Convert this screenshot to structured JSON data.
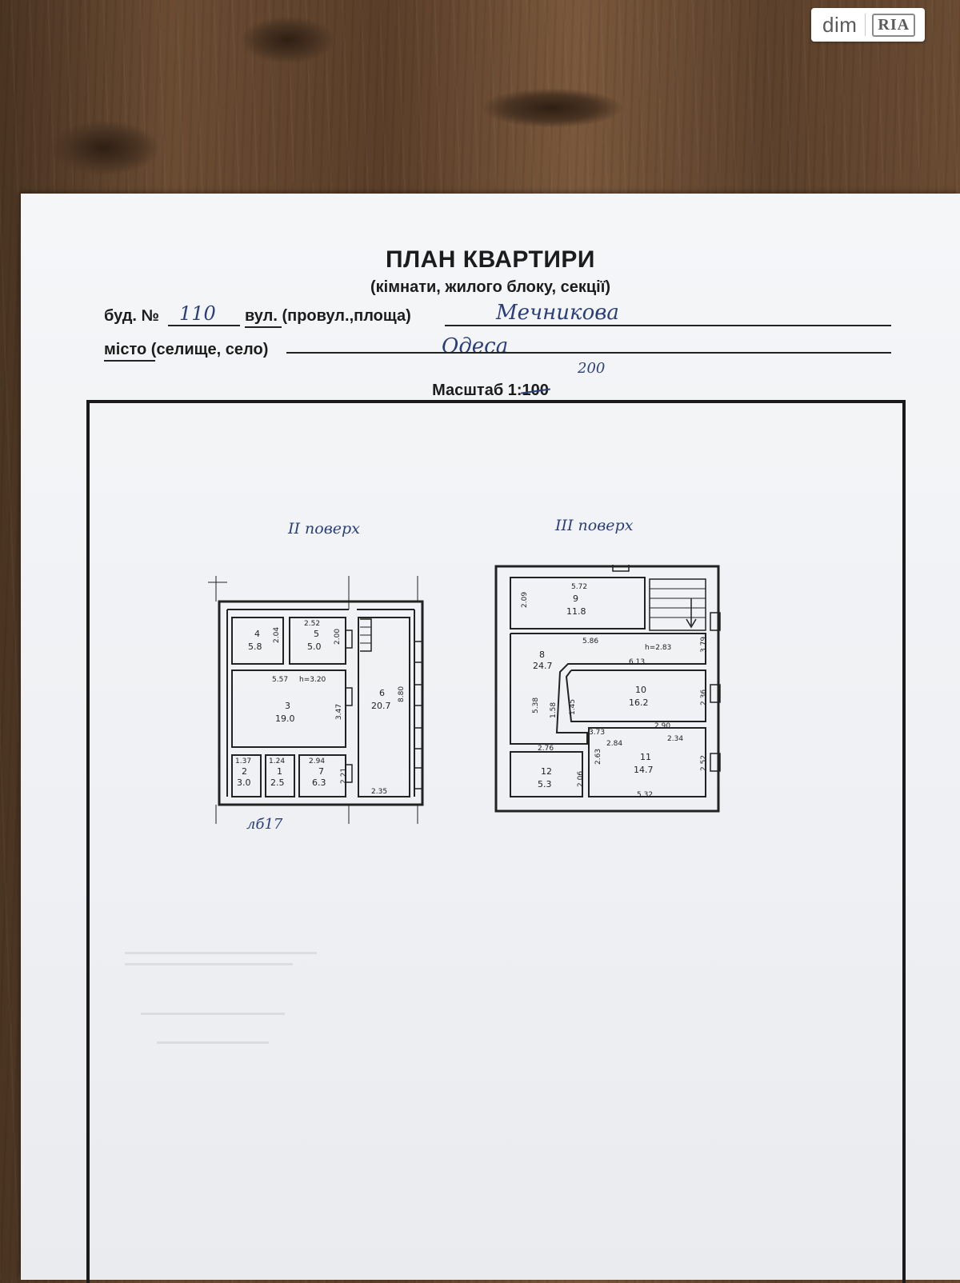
{
  "watermark": {
    "brand_left": "dim",
    "brand_right": "RIA"
  },
  "document": {
    "title": "ПЛАН КВАРТИРИ",
    "subtitle": "(кімнати, жилого блоку, секції)",
    "building_label": "буд. №",
    "building_number": "110",
    "street_label": "вул. (провул.,площа)",
    "street_value": "Мечникова",
    "city_label": "місто (селище, село)",
    "city_value": "Одеса",
    "scale_label": "Масштаб 1:",
    "scale_printed": "100",
    "scale_handwritten": "200"
  },
  "floors": [
    {
      "label": "II поверх",
      "rooms": [
        {
          "number": "1",
          "area": "2.5"
        },
        {
          "number": "2",
          "area": "3.0"
        },
        {
          "number": "3",
          "area": "19.0"
        },
        {
          "number": "4",
          "area": "5.8"
        },
        {
          "number": "5",
          "area": "5.0"
        },
        {
          "number": "6",
          "area": "20.7"
        },
        {
          "number": "7",
          "area": "6.3"
        }
      ],
      "dimensions": [
        "2.52",
        "2.04",
        "2.00",
        "5.57",
        "h=3.20",
        "3.47",
        "8.80",
        "1.37",
        "1.24",
        "2.94",
        "2.21",
        "2.35"
      ],
      "annotation": "лб17"
    },
    {
      "label": "III поверх",
      "rooms": [
        {
          "number": "8",
          "area": "24.7"
        },
        {
          "number": "9",
          "area": "11.8"
        },
        {
          "number": "10",
          "area": "16.2"
        },
        {
          "number": "11",
          "area": "14.7"
        },
        {
          "number": "12",
          "area": "5.3"
        }
      ],
      "dimensions": [
        "5.72",
        "2.09",
        "5.86",
        "h=2.83",
        "3.79",
        "6.13",
        "5.38",
        "1.58",
        "1.45",
        "2.36",
        "3.73",
        "2.90",
        "2.76",
        "2.84",
        "2.34",
        "2.63",
        "2.52",
        "2.06",
        "5.32"
      ]
    }
  ]
}
